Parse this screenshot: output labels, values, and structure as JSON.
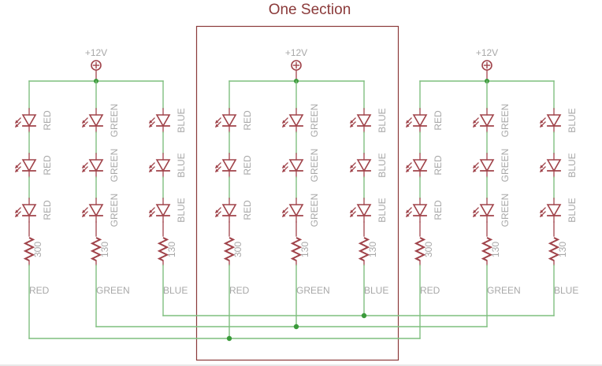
{
  "diagram": {
    "title": "One Section",
    "supply_label": "+12V",
    "colors": {
      "part": "#a0434a",
      "wire": "#7fbf7f",
      "junction": "#3a9a3a",
      "label": "#a8a8a8",
      "frame": "#8b3a3a"
    },
    "sections": [
      {
        "name": "section-1",
        "highlighted": false,
        "channels": [
          {
            "color": "RED",
            "led_labels": [
              "RED",
              "RED",
              "RED"
            ],
            "resistor": "300",
            "net": "RED"
          },
          {
            "color": "GREEN",
            "led_labels": [
              "GREEN",
              "GREEN",
              "GREEN"
            ],
            "resistor": "130",
            "net": "GREEN"
          },
          {
            "color": "BLUE",
            "led_labels": [
              "BLUE",
              "BLUE",
              "BLUE"
            ],
            "resistor": "130",
            "net": "BLUE"
          }
        ]
      },
      {
        "name": "section-2",
        "highlighted": true,
        "channels": [
          {
            "color": "RED",
            "led_labels": [
              "RED",
              "RED",
              "RED"
            ],
            "resistor": "300",
            "net": "RED"
          },
          {
            "color": "GREEN",
            "led_labels": [
              "GREEN",
              "GREEN",
              "GREEN"
            ],
            "resistor": "130",
            "net": "GREEN"
          },
          {
            "color": "BLUE",
            "led_labels": [
              "BLUE",
              "BLUE",
              "BLUE"
            ],
            "resistor": "130",
            "net": "BLUE"
          }
        ]
      },
      {
        "name": "section-3",
        "highlighted": false,
        "channels": [
          {
            "color": "RED",
            "led_labels": [
              "RED",
              "RED",
              "RED"
            ],
            "resistor": "300",
            "net": "RED"
          },
          {
            "color": "GREEN",
            "led_labels": [
              "GREEN",
              "GREEN",
              "GREEN"
            ],
            "resistor": "130",
            "net": "GREEN"
          },
          {
            "color": "BLUE",
            "led_labels": [
              "BLUE",
              "BLUE",
              "BLUE"
            ],
            "resistor": "130",
            "net": "BLUE"
          }
        ]
      }
    ],
    "buses": [
      "BLUE",
      "GREEN",
      "RED"
    ]
  }
}
